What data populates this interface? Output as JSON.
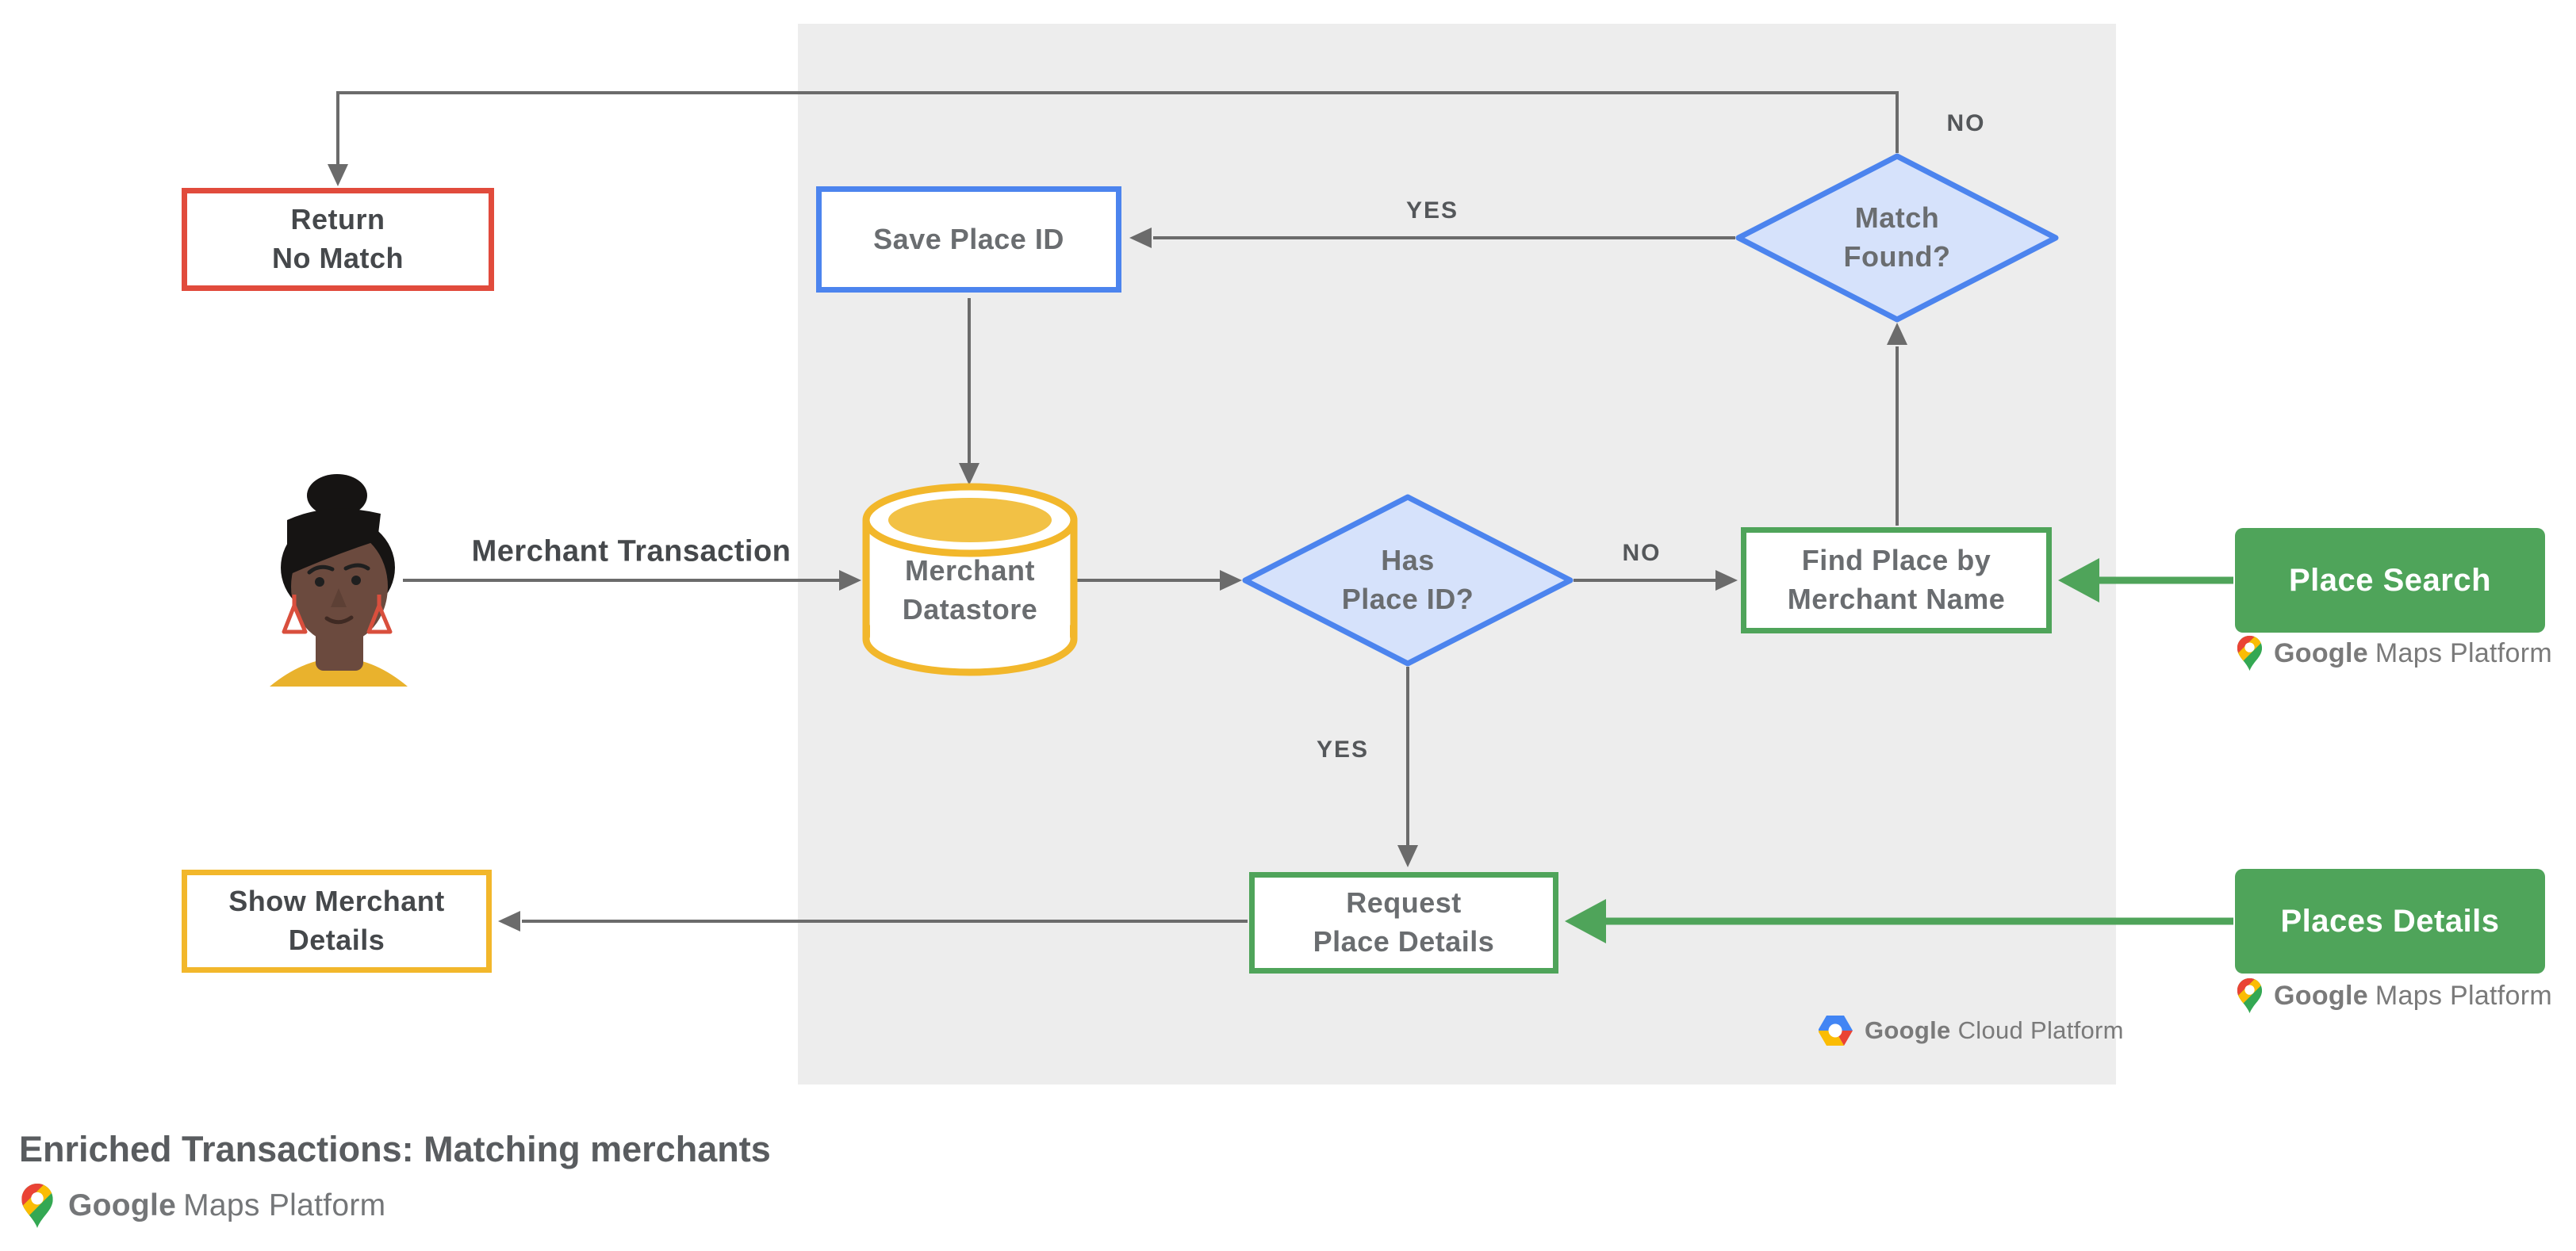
{
  "title": "Enriched Transactions: Matching merchants",
  "nodes": {
    "return_no_match": {
      "label": "Return\nNo Match"
    },
    "save_place_id": {
      "label": "Save Place ID"
    },
    "merchant_datastore": {
      "label": "Merchant\nDatastore"
    },
    "has_place_id": {
      "label": "Has\nPlace ID?"
    },
    "match_found": {
      "label": "Match\nFound?"
    },
    "find_place": {
      "label": "Find Place by\nMerchant Name"
    },
    "request_place_details": {
      "label": "Request\nPlace Details"
    },
    "show_merchant_details": {
      "label": "Show Merchant\nDetails"
    },
    "place_search": {
      "label": "Place Search"
    },
    "places_details": {
      "label": "Places Details"
    }
  },
  "edges": {
    "match_found_no": "NO",
    "match_found_yes": "YES",
    "has_place_id_no": "NO",
    "has_place_id_yes": "YES",
    "merchant_transaction": "Merchant Transaction"
  },
  "logos": {
    "google_maps_platform": {
      "google": "Google",
      "rest": "Maps Platform"
    },
    "google_cloud_platform": {
      "google": "Google",
      "rest": "Cloud Platform"
    }
  },
  "colors": {
    "red_border": "#E14B3C",
    "blue_border": "#4C84EE",
    "blue_fill": "#D6E2FB",
    "yellow_border": "#F2B72B",
    "yellow_fill": "#F2C145",
    "green": "#4FA45A",
    "panel_gray": "#EDEDED",
    "arrow_gray": "#6B6B6B",
    "text_dark": "#45484B",
    "text_gray": "#6A6D70",
    "logo_gray": "#7A7A7A",
    "google_blue": "#4285F4",
    "google_red": "#EA4335",
    "google_yellow": "#FBBC04",
    "google_green": "#34A853"
  }
}
